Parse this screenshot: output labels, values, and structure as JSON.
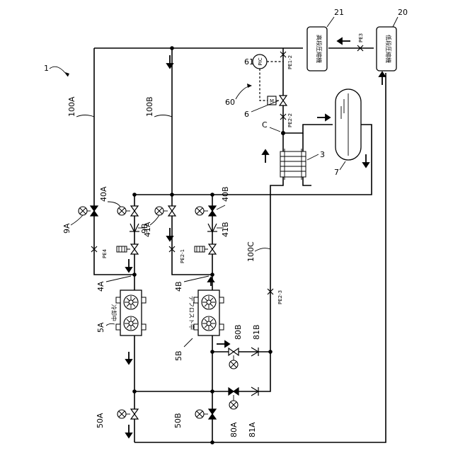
{
  "figure_ref": "1",
  "compressors": {
    "low_stage_ref": "20",
    "low_stage_label": "低段圧縮機",
    "high_stage_ref": "21",
    "high_stage_label": "高段圧縮機"
  },
  "lines": {
    "line_100A": "100A",
    "line_100B": "100B",
    "line_100C": "100C"
  },
  "controller": {
    "ref_60": "60",
    "ref_61": "61",
    "pic_label": "PIC",
    "motor_label": "M",
    "ref_6": "6"
  },
  "junction_C": "C",
  "heat_exchanger_ref": "3",
  "receiver_ref": "7",
  "valves": {
    "v9A": "9A",
    "v9B": "9B",
    "v40A": "40A",
    "v40B": "40B",
    "v41A": "41A",
    "v41B": "41B",
    "v50A": "50A",
    "v50B": "50B",
    "v80A": "80A",
    "v80B": "80B",
    "v81A": "81A",
    "v81B": "81B"
  },
  "coolers": {
    "ref_4A": "4A",
    "ref_4B": "4B",
    "ref_5A": "5A",
    "ref_5B": "5B",
    "status_5A": "冷却中",
    "status_5B": "デフロスト中"
  },
  "sensors": {
    "pe1_2": "PE1-2",
    "pe2_1": "PE2-1",
    "pe2_2": "PE2-2",
    "pe2_3": "PE2-3",
    "pe3": "PE3",
    "pe4": "PE4"
  }
}
